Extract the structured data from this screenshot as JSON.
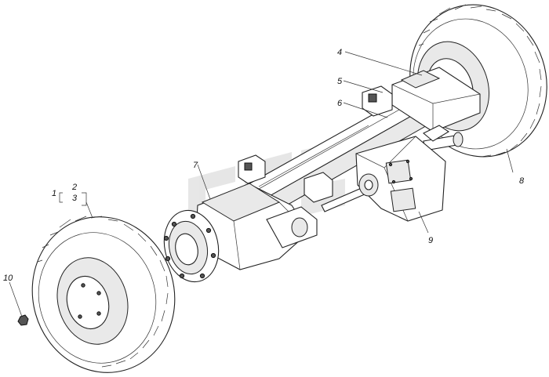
{
  "colors": {
    "line": "#222222",
    "watermark": "#c8c8c8",
    "background": "#ffffff"
  },
  "callouts": {
    "n1": "1",
    "n2": "2",
    "n3": "3",
    "n4": "4",
    "n5": "5",
    "n6": "6",
    "n7": "7",
    "n8": "8",
    "n9": "9",
    "n10": "10"
  }
}
